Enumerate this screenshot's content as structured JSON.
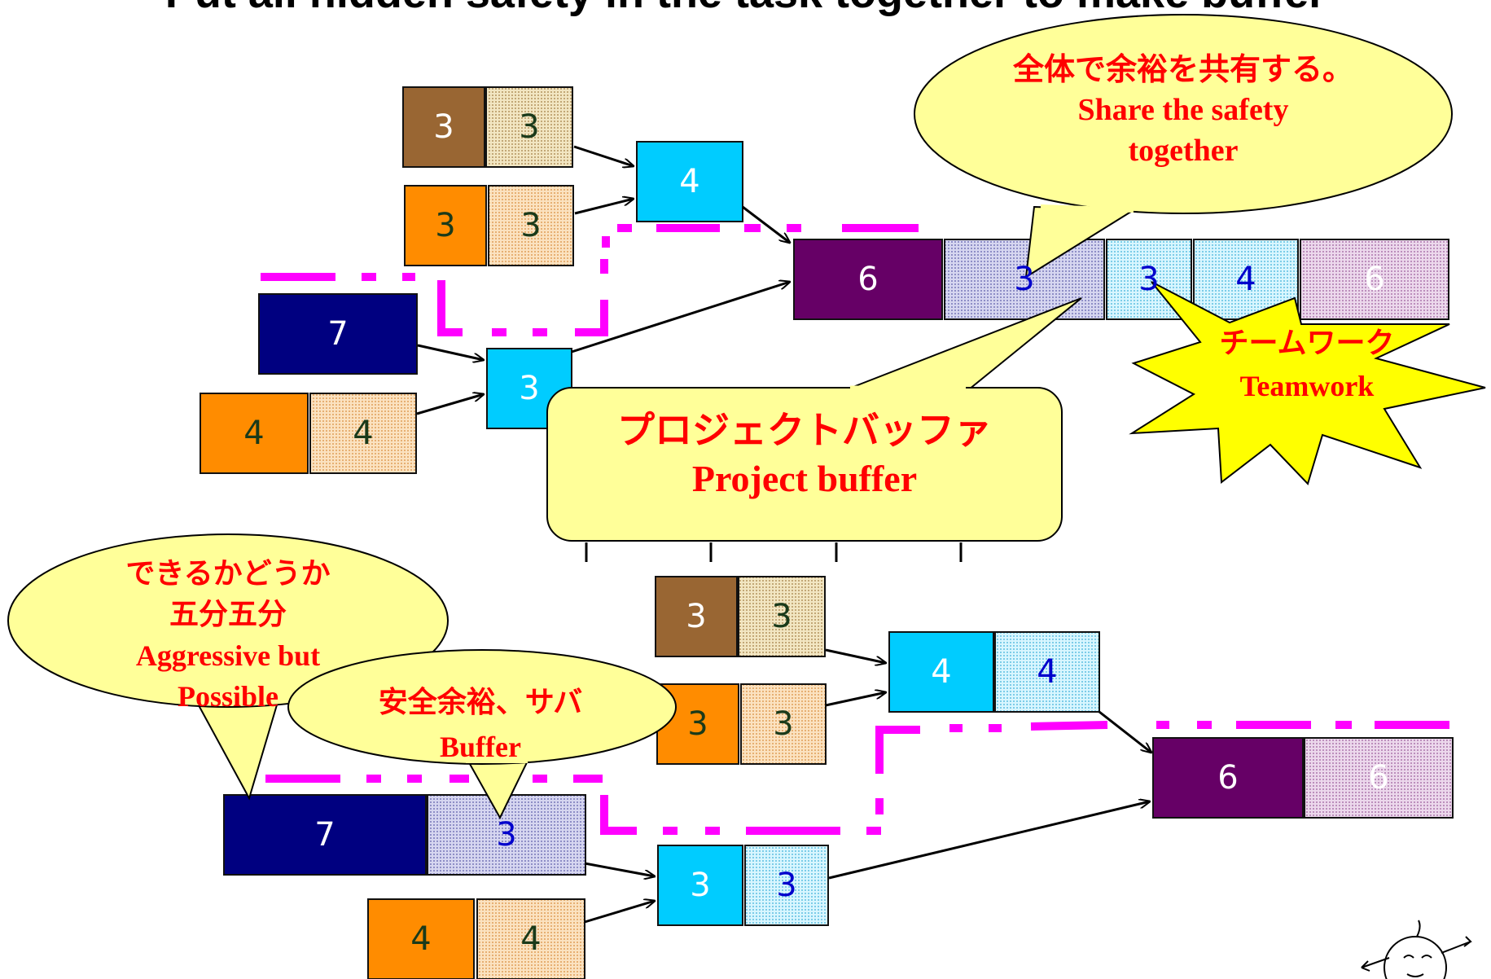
{
  "title": "Put all hidden safety in the task together to make buffer",
  "colors": {
    "brown": "#996633",
    "orange": "#ff8c00",
    "cyan": "#00ccff",
    "navy": "#000080",
    "purple": "#660066",
    "magenta": "#ff00ff",
    "callout_fill": "#ffff99",
    "star_fill": "#ffff00",
    "label_red": "#ff0000"
  },
  "top_tasks": {
    "brown_pair": [
      "3",
      "3"
    ],
    "orange_pair": [
      "3",
      "3"
    ],
    "cyan_merge": "4",
    "navy_task": "7",
    "orange_pair_2": [
      "4",
      "4"
    ],
    "cyan_task": "3",
    "final_chain": [
      "6",
      "3",
      "3",
      "4",
      "6"
    ]
  },
  "bottom_tasks": {
    "brown_pair": [
      "3",
      "3"
    ],
    "orange_pair": [
      "3",
      "3"
    ],
    "cyan_merge": [
      "4",
      "4"
    ],
    "navy_task": [
      "7",
      "3"
    ],
    "orange_pair_2": [
      "4",
      "4"
    ],
    "cyan_task": [
      "3",
      "3"
    ],
    "final_chain": [
      "6",
      "6"
    ]
  },
  "callouts": {
    "share": {
      "jp": "全体で余裕を共有する。",
      "en1": "Share the safety",
      "en2": "together"
    },
    "project_buffer": {
      "jp": "プロジェクトバッファ",
      "en": "Project buffer"
    },
    "teamwork": {
      "jp": "チームワーク",
      "en": "Teamwork"
    },
    "aggressive": {
      "jp1": "できるかどうか",
      "jp2": "五分五分",
      "en1": "Aggressive but",
      "en2": "Possible"
    },
    "buffer": {
      "jp": "安全余裕、サバ",
      "en": "Buffer"
    }
  }
}
